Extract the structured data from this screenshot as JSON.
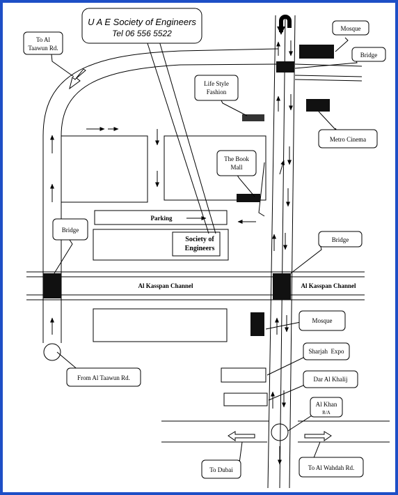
{
  "header": {
    "title": "U A E Society of Engineers",
    "phone": "Tel 06 556 5522"
  },
  "callouts": {
    "to_al_taawun": [
      "To Al",
      "Taawun Rd."
    ],
    "mosque_top": "Mosque",
    "bridge_top": "Bridge",
    "life_style": [
      "Life Style",
      "Fashion"
    ],
    "metro_cinema": "Metro Cinema",
    "book_mall": [
      "The Book",
      "Mall"
    ],
    "bridge_left": "Bridge",
    "bridge_right": "Bridge",
    "mosque_mid": "Mosque",
    "from_al_taawun": "From Al Taawun Rd.",
    "sharjah_expo": "Sharjah  Expo",
    "dar_al_khalij": "Dar Al Khalij",
    "al_khan": [
      "Al Khan",
      "R/A"
    ],
    "to_dubai": "To Dubai",
    "to_al_wahdah": "To Al Wahdah Rd."
  },
  "labels": {
    "parking": "Parking",
    "society": [
      "Society of",
      "Engineers"
    ],
    "channel_left": "Al Kasspan Channel",
    "channel_right": "Al Kasspan Channel"
  },
  "colors": {
    "frame": "#1e4fc6",
    "ink": "#000000",
    "paper": "#ffffff"
  }
}
